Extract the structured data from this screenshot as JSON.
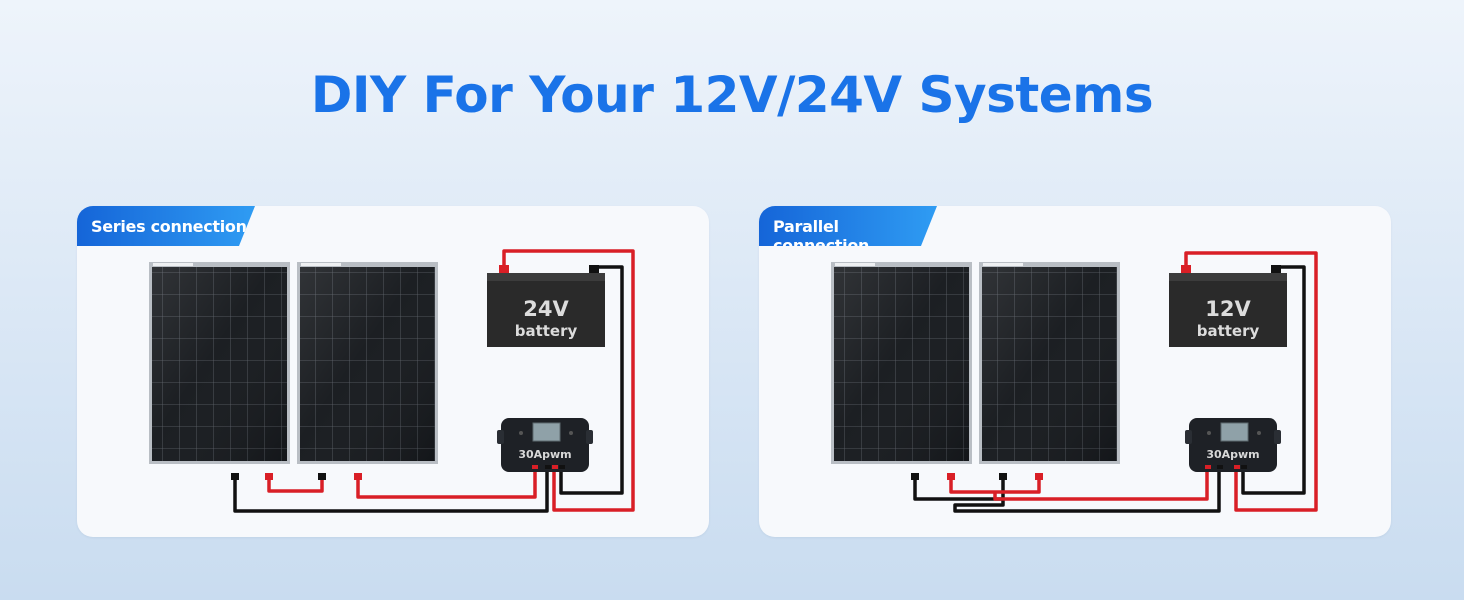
{
  "page": {
    "title": "DIY For Your 12V/24V Systems",
    "accent_color": "#1a73e8"
  },
  "panels": [
    {
      "tag": "Series connection",
      "battery_voltage": "24V",
      "battery_label": "battery",
      "controller_label": "30Apwm",
      "solar_panel_count": 2
    },
    {
      "tag": "Parallel connection",
      "battery_voltage": "12V",
      "battery_label": "battery",
      "controller_label": "30Apwm",
      "solar_panel_count": 2
    }
  ],
  "colors": {
    "positive_wire": "#d91f26",
    "negative_wire": "#111111",
    "battery_body": "#2a2a2a",
    "controller_body": "#1e2126",
    "panel_cell": "#15181c"
  }
}
